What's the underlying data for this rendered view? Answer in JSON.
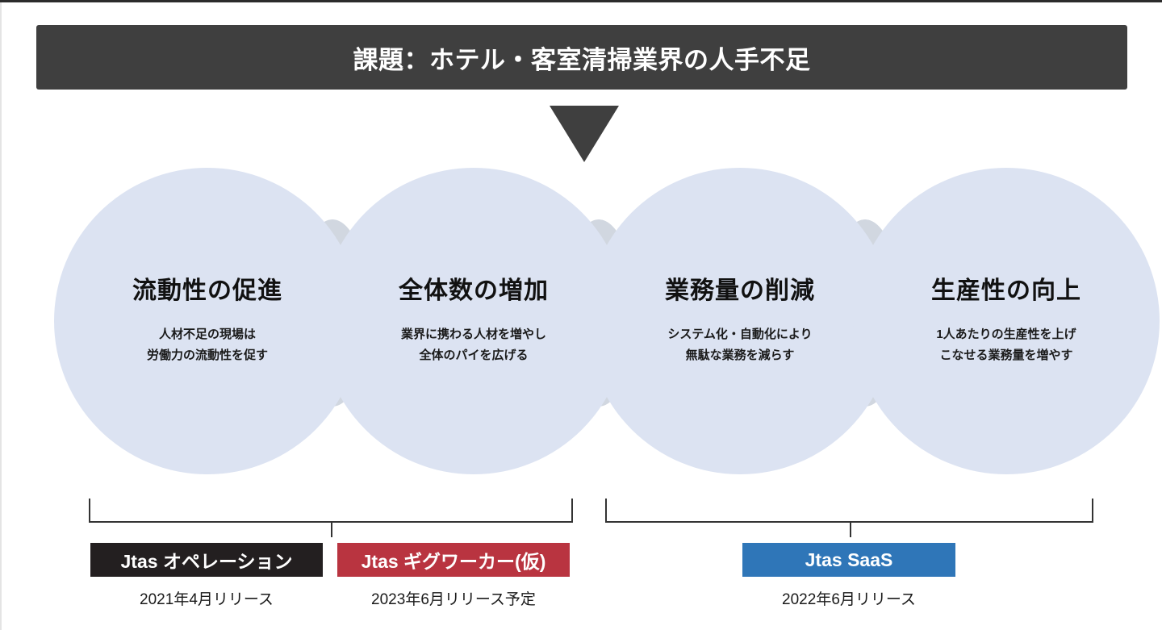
{
  "header": {
    "title": "課題：ホテル・客室清掃業界の人手不足",
    "bar_color": "#3f3f3f",
    "text_color": "#ffffff"
  },
  "arrow": {
    "name": "down-arrow",
    "color": "#3f3f3f"
  },
  "colors": {
    "circle_fill": "#dce3f2",
    "lens_fill": "#d1d7e0",
    "background": "#ffffff",
    "bracket": "#333333",
    "badge_dark": "#231f20",
    "badge_red": "#b93440",
    "badge_blue": "#2f76b8"
  },
  "circles": [
    {
      "title": "流動性の促進",
      "desc_line1": "人材不足の現場は",
      "desc_line2": "労働力の流動性を促す"
    },
    {
      "title": "全体数の増加",
      "desc_line1": "業界に携わる人材を増やし",
      "desc_line2": "全体のパイを広げる"
    },
    {
      "title": "業務量の削減",
      "desc_line1": "システム化・自動化により",
      "desc_line2": "無駄な業務を減らす"
    },
    {
      "title": "生産性の向上",
      "desc_line1": "1人あたりの生産性を上げ",
      "desc_line2": "こなせる業務量を増やす"
    }
  ],
  "badges": [
    {
      "label": "Jtas オペレーション",
      "caption": "2021年4月リリース",
      "color": "#231f20"
    },
    {
      "label": "Jtas ギグワーカー(仮)",
      "caption": "2023年6月リリース予定",
      "color": "#b93440"
    },
    {
      "label": "Jtas SaaS",
      "caption": "2022年6月リリース",
      "color": "#2f76b8"
    }
  ]
}
